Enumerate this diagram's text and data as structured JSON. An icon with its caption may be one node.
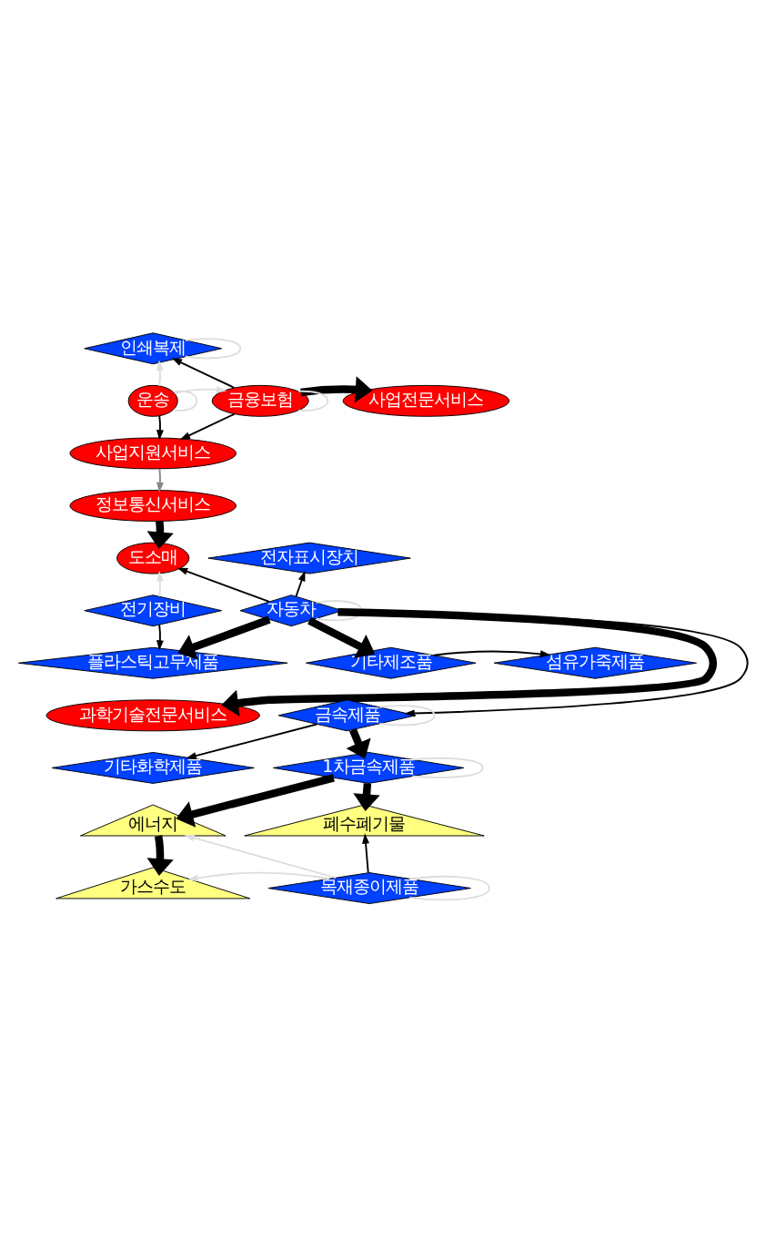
{
  "diagram": {
    "nodes": [
      {
        "text": [
          "인쇄복제"
        ]
      },
      {
        "text": [
          "사업전문서비스"
        ]
      },
      {
        "text": [
          "운송"
        ]
      },
      {
        "text": [
          "금융보험"
        ]
      },
      {
        "text": [
          "사업지원서비스"
        ]
      },
      {
        "text": [
          "정보통신서비스"
        ]
      },
      {
        "text": [
          "도소매"
        ]
      },
      {
        "text": [
          "전자표시장치"
        ]
      },
      {
        "text": [
          "전기장비"
        ]
      },
      {
        "text": [
          "플라스틱고무제품"
        ]
      },
      {
        "text": [
          "자동차"
        ]
      },
      {
        "text": [
          "기타제조품"
        ]
      },
      {
        "text": [
          "섬유가죽제품"
        ]
      },
      {
        "text": [
          "과학기술전문서비스"
        ]
      },
      {
        "text": [
          "금속제품"
        ]
      },
      {
        "text": [
          "기타화학제품"
        ]
      },
      {
        "text": [
          "1차금속제품"
        ]
      },
      {
        "text": [
          "에너지"
        ]
      },
      {
        "text": [
          "폐수폐기물"
        ]
      },
      {
        "text": [
          "가스수도"
        ]
      },
      {
        "text": [
          "목재종이제품"
        ]
      }
    ],
    "edges": [
      {
        "from": 3,
        "to": 0,
        "arrow": "to"
      },
      {
        "from": 3,
        "to": 1,
        "arrow": "to",
        "style": "thick"
      },
      {
        "from": 2,
        "to": 4,
        "arrow": "to"
      },
      {
        "from": 3,
        "to": 4,
        "arrow": "to"
      },
      {
        "from": 4,
        "to": 5,
        "arrow": "to",
        "color": "#888888"
      },
      {
        "from": 5,
        "to": 6,
        "arrow": "to",
        "style": "thick"
      },
      {
        "from": 10,
        "to": 6,
        "arrow": "to"
      },
      {
        "from": 10,
        "to": 7,
        "arrow": "to"
      },
      {
        "from": 8,
        "to": 9,
        "arrow": "to"
      },
      {
        "from": 10,
        "to": 9,
        "arrow": "to",
        "style": "thick"
      },
      {
        "from": 10,
        "to": 11,
        "arrow": "to",
        "style": "thick"
      },
      {
        "from": 11,
        "to": 12,
        "arrow": "to"
      },
      {
        "from": 10,
        "to": 13,
        "arrow": "to",
        "style": "thick"
      },
      {
        "from": 10,
        "to": 14,
        "arrow": "to"
      },
      {
        "from": 14,
        "to": 15,
        "arrow": "to"
      },
      {
        "from": 14,
        "to": 16,
        "arrow": "to",
        "style": "thick"
      },
      {
        "from": 16,
        "to": 17,
        "arrow": "to",
        "style": "thick"
      },
      {
        "from": 16,
        "to": 18,
        "arrow": "to",
        "style": "thick"
      },
      {
        "from": 17,
        "to": 19,
        "arrow": "to",
        "style": "thick"
      },
      {
        "from": 20,
        "to": 18,
        "arrow": "to"
      },
      {
        "from": 2,
        "to": 3,
        "arrow": "to",
        "color": "#dddddd"
      },
      {
        "from": 2,
        "to": 0,
        "arrow": "to",
        "color": "#dddddd"
      },
      {
        "from": 8,
        "to": 6,
        "arrow": "to",
        "color": "#dddddd"
      },
      {
        "from": 20,
        "to": 17,
        "arrow": "to",
        "color": "#dddddd"
      },
      {
        "from": 20,
        "to": 19,
        "arrow": "to",
        "color": "#dddddd"
      },
      {
        "from": 0,
        "to": 0,
        "arrow": "none",
        "color": "#dddddd"
      },
      {
        "from": 3,
        "to": 3,
        "arrow": "none",
        "color": "#dddddd"
      },
      {
        "from": 2,
        "to": 2,
        "arrow": "none",
        "color": "#dddddd"
      },
      {
        "from": 10,
        "to": 10,
        "arrow": "none",
        "color": "#dddddd"
      },
      {
        "from": 14,
        "to": 14,
        "arrow": "none",
        "color": "#dddddd"
      },
      {
        "from": 16,
        "to": 16,
        "arrow": "none",
        "color": "#dddddd"
      },
      {
        "from": 20,
        "to": 20,
        "arrow": "none",
        "color": "#dddddd"
      }
    ]
  }
}
